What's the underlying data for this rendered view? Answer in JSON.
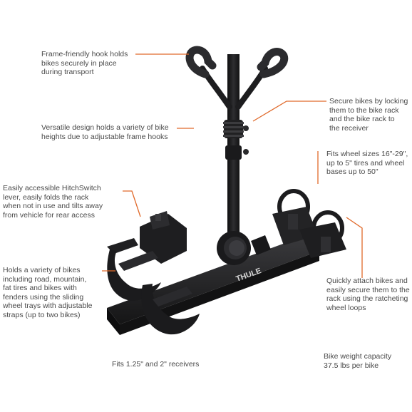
{
  "callouts": {
    "hooks": "Frame-friendly hook holds\nbikes securely in place\nduring transport",
    "design": "Versatile design holds a variety of bike\nheights due to adjustable frame hooks",
    "lock": "Secure bikes by locking\nthem to the bike rack\nand the bike rack to\nthe receiver",
    "wheel_sizes": "Fits  wheel sizes 16\"-29\",\nup to 5\" tires and wheel\nbases up to 50\"",
    "hitchswitch": "Easily accessible HitchSwitch\nlever, easily folds the rack\nwhen not in use and tilts away\nfrom vehicle for rear access",
    "variety": "Holds a variety of bikes\nincluding road, mountain,\nfat tires and bikes with\nfenders using the sliding\nwheel trays with adjustable\nstraps (up to two bikes)",
    "attach": "Quickly attach bikes and\neasily secure them to the\nrack using the ratcheting\nwheel loops",
    "receivers": "Fits 1.25\" and 2\" receivers",
    "weight": "Bike weight capacity\n37.5 lbs per bike"
  },
  "brand_logo": "THULE",
  "colors": {
    "leader": "#e0692a",
    "text": "#4a4a4a",
    "rack": "#1c1c1e"
  }
}
